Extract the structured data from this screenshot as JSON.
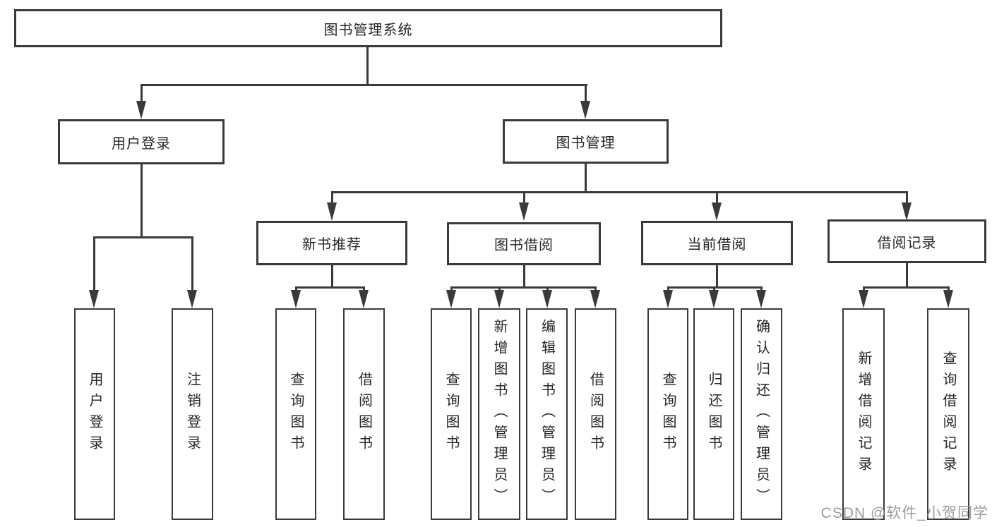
{
  "diagram": {
    "type": "functional-structure-tree",
    "orientation": "top-down",
    "colors": {
      "background": "#ffffff",
      "line": "#3a3a3a",
      "box_border": "#3a3a3a",
      "text": "#262626",
      "watermark": "#9c9c9c"
    }
  },
  "tree": {
    "label": "图书管理系统",
    "children": [
      {
        "label": "用户登录",
        "children": [
          {
            "label": "用户登录"
          },
          {
            "label": "注销登录"
          }
        ]
      },
      {
        "label": "图书管理",
        "children": [
          {
            "label": "新书推荐",
            "children": [
              {
                "label": "查询图书"
              },
              {
                "label": "借阅图书"
              }
            ]
          },
          {
            "label": "图书借阅",
            "children": [
              {
                "label": "查询图书"
              },
              {
                "label": "新增图书（管理员）"
              },
              {
                "label": "编辑图书（管理员）"
              },
              {
                "label": "借阅图书"
              }
            ]
          },
          {
            "label": "当前借阅",
            "children": [
              {
                "label": "查询图书"
              },
              {
                "label": "归还图书"
              },
              {
                "label": "确认归还（管理员）"
              }
            ]
          },
          {
            "label": "借阅记录",
            "children": [
              {
                "label": "新增借阅记录"
              },
              {
                "label": "查询借阅记录"
              }
            ]
          }
        ]
      }
    ]
  },
  "watermark": {
    "text": "CSDN @软件_小贺同学"
  }
}
